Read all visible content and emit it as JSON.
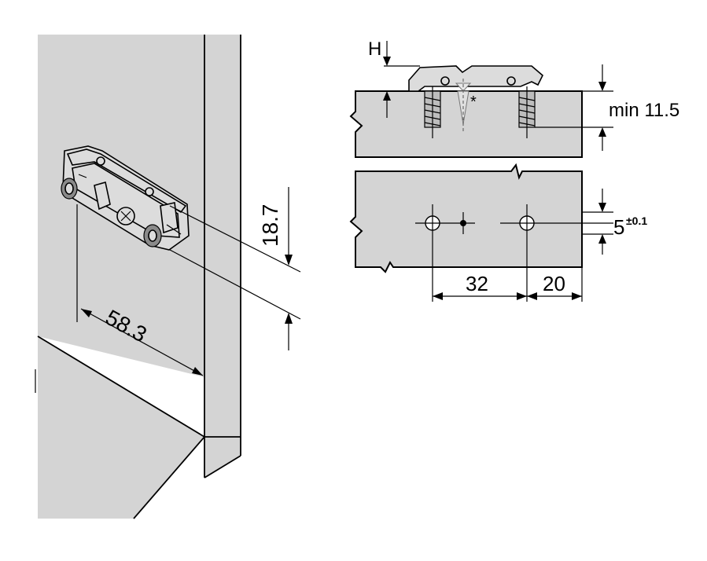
{
  "dimensions": {
    "height_label": "H",
    "min_thickness": "min 11.5",
    "screw_note": "*",
    "offset_value": "5",
    "offset_tolerance": "±0.1",
    "hole_spacing": "32",
    "edge_distance": "20",
    "plate_length": "58.3",
    "plate_width": "18.7"
  },
  "colors": {
    "panel": "#d4d4d4",
    "line": "#000000",
    "background": "#ffffff"
  }
}
